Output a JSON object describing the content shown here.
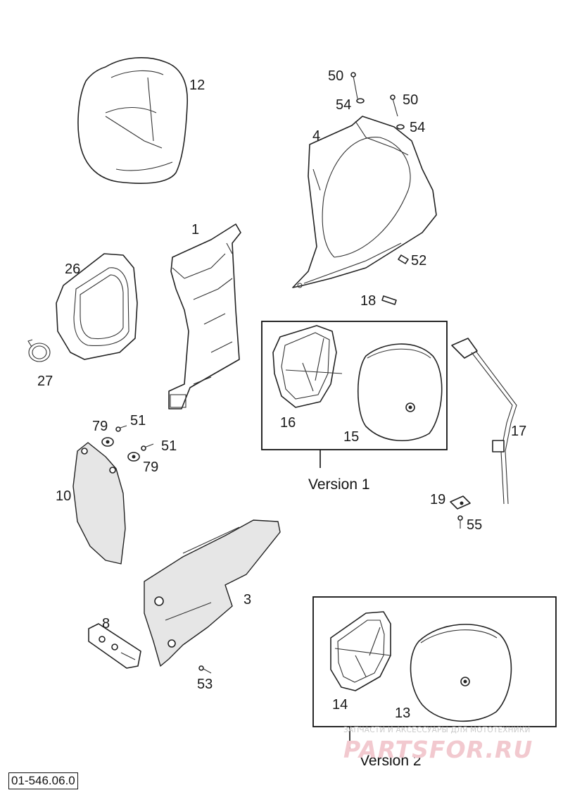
{
  "diagram": {
    "callouts": {
      "p1": "1",
      "p3": "3",
      "p4": "4",
      "p8": "8",
      "p10": "10",
      "p12": "12",
      "p13": "13",
      "p14": "14",
      "p15": "15",
      "p16": "16",
      "p17": "17",
      "p18": "18",
      "p19": "19",
      "p26": "26",
      "p27": "27",
      "p50a": "50",
      "p50b": "50",
      "p51a": "51",
      "p51b": "51",
      "p52": "52",
      "p53": "53",
      "p54a": "54",
      "p54b": "54",
      "p55": "55",
      "p79a": "79",
      "p79b": "79"
    },
    "version1_label": "Version 1",
    "version2_label": "Version 2",
    "document_code": "01-546.06.0"
  },
  "watermark": {
    "tagline": "ЗАПЧАСТИ И АКСЕССУАРЫ ДЛЯ МОТОТЕХНИКИ",
    "logo": "PARTSFOR.RU"
  },
  "colors": {
    "line": "#222222",
    "paper": "#ffffff",
    "watermark": "#f2c9cf"
  }
}
